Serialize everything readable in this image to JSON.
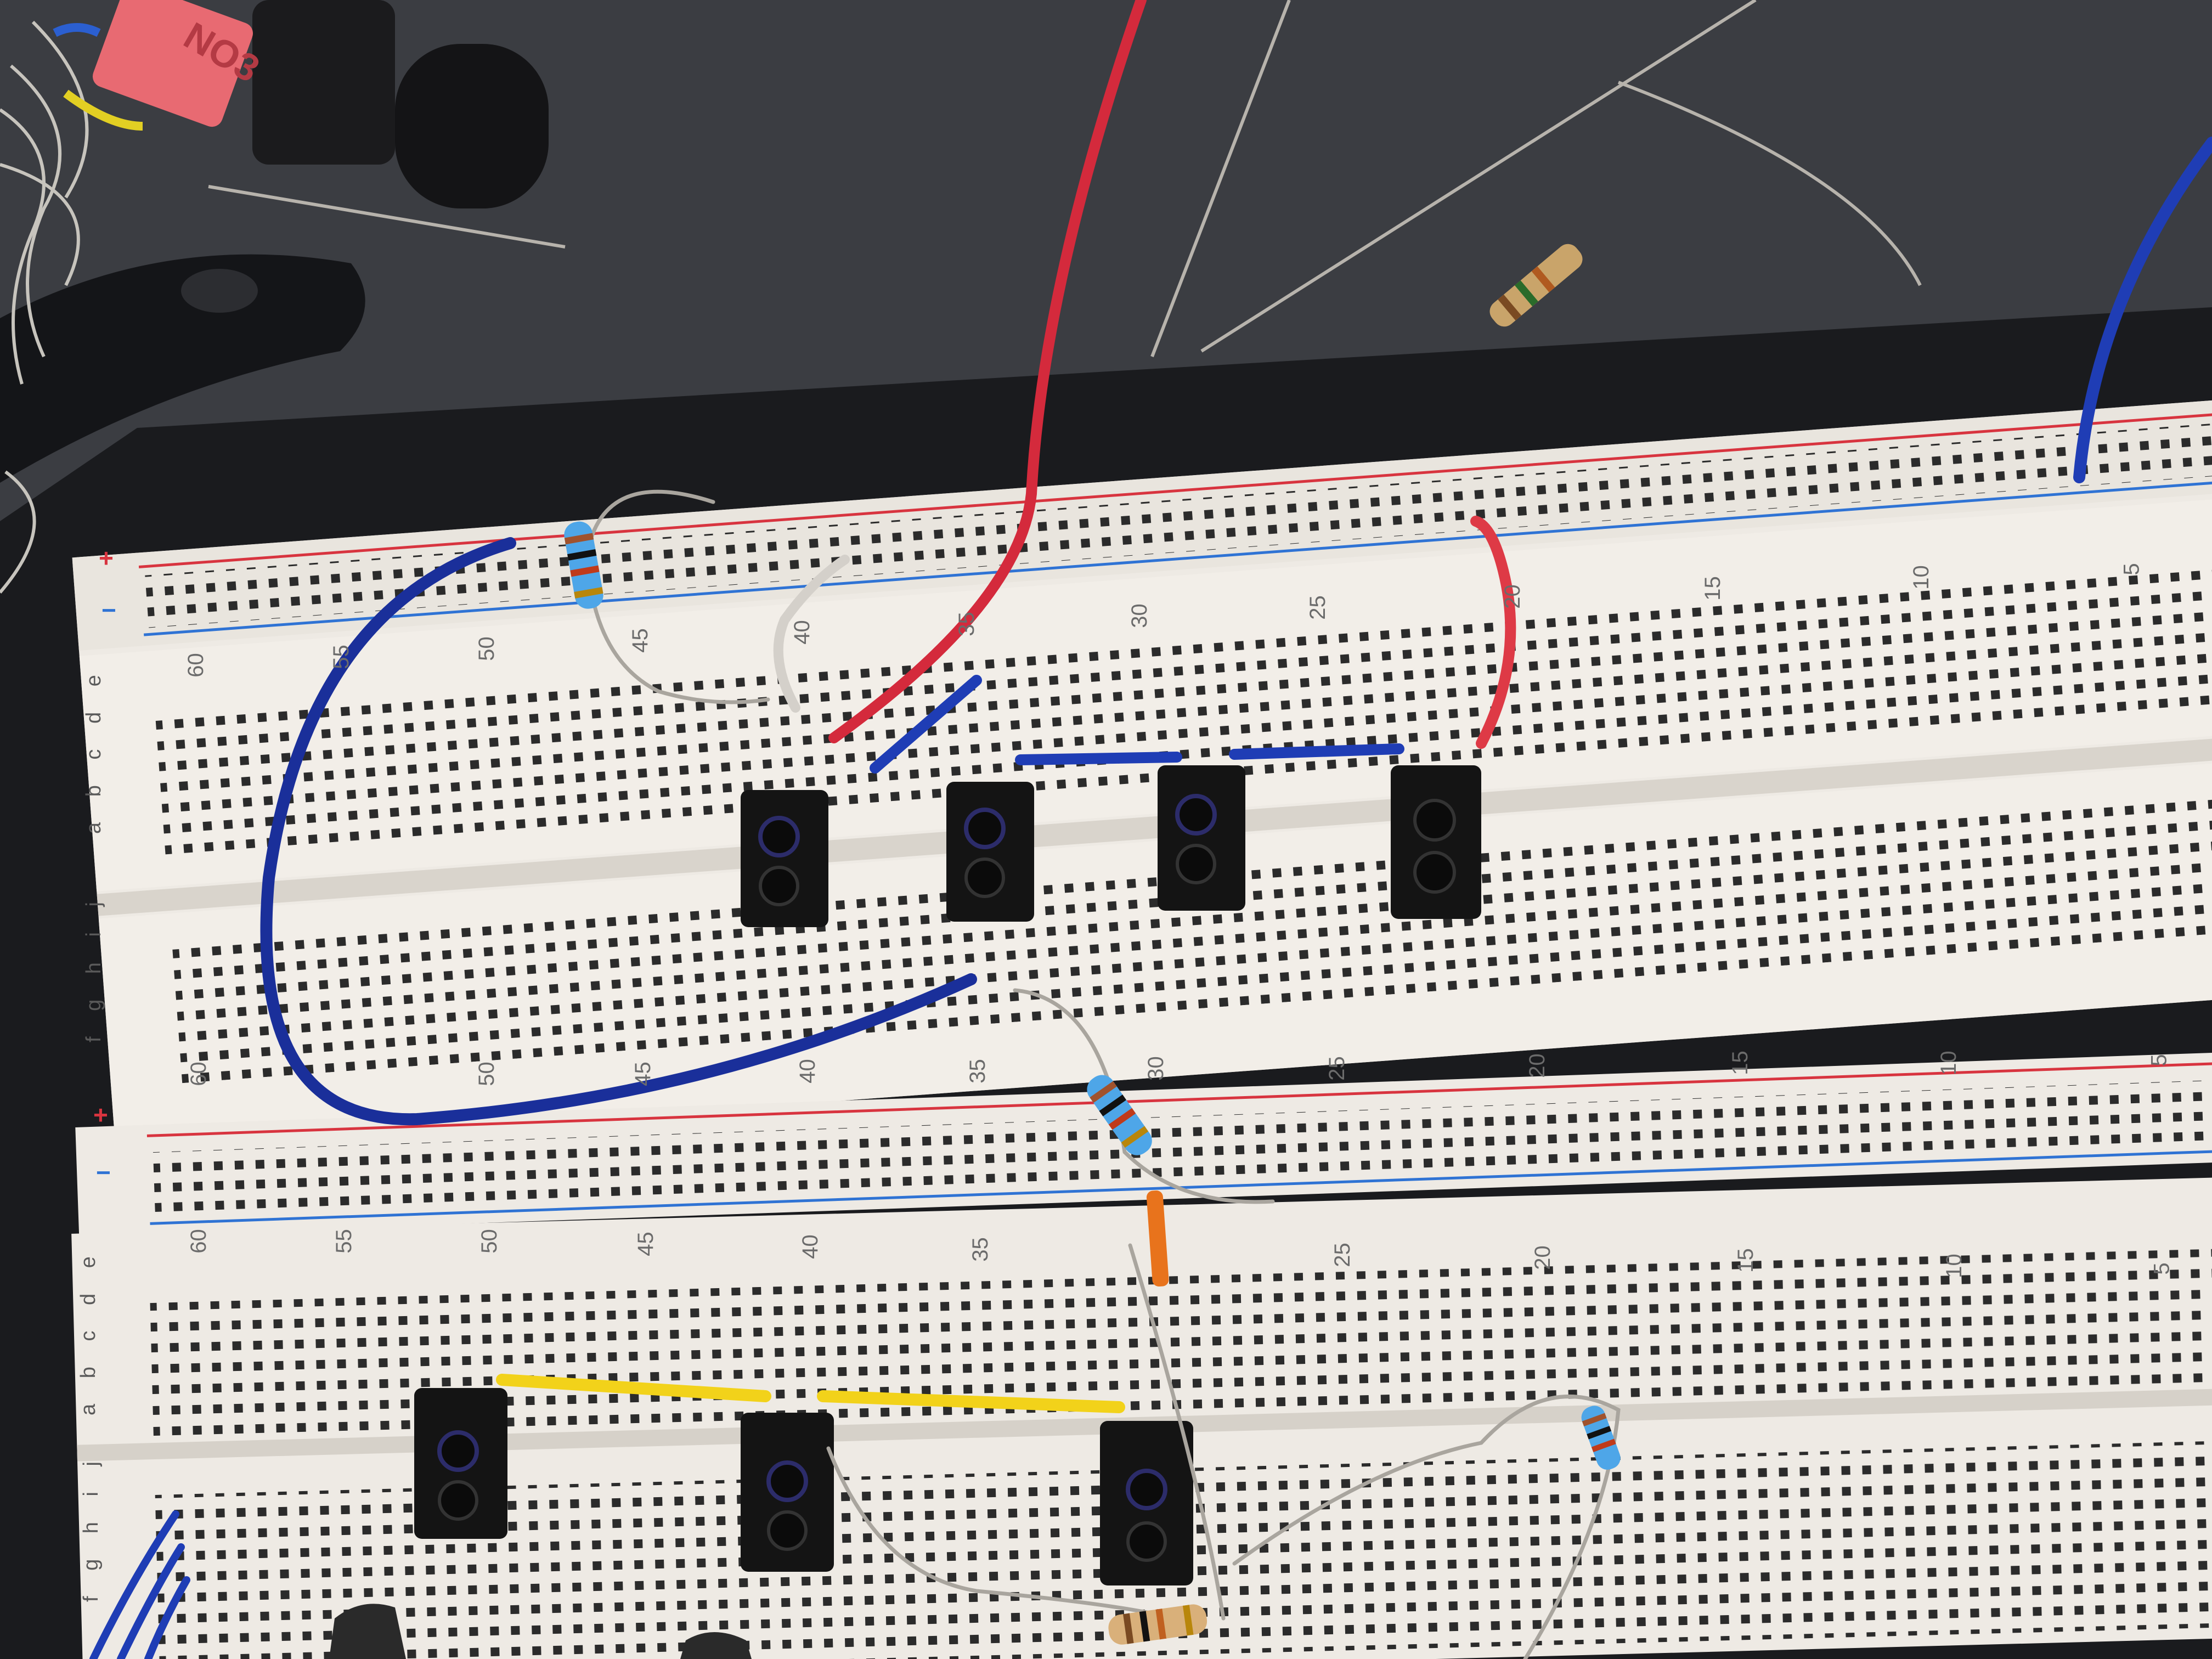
{
  "colors": {
    "background": "#3b3d42",
    "board": "#eeeae4",
    "rail_red": "#d8343f",
    "rail_blue": "#2f73d4",
    "wire_blue": "#1f3db5",
    "wire_red": "#d42a3c",
    "wire_yellow": "#f2d21a",
    "sensor": "#141414"
  },
  "breadboard_top": {
    "column_numbers": [
      "60",
      "55",
      "50",
      "45",
      "40",
      "35",
      "30",
      "25",
      "20",
      "15",
      "10",
      "5"
    ],
    "row_letters_upper": "a b c d e",
    "row_letters_lower": "f g h i j",
    "rail_plus": "+",
    "rail_minus": "−"
  },
  "breadboard_bottom": {
    "column_numbers": [
      "60",
      "55",
      "50",
      "45",
      "40",
      "35",
      "25",
      "20",
      "15",
      "10",
      "5"
    ],
    "row_letters_upper": "a b c d e",
    "row_letters_lower": "f g h i j",
    "rail_plus": "+",
    "rail_minus": "−"
  },
  "components": {
    "sensor_count_top": 4,
    "sensor_count_bottom": 3,
    "part_label": "NO3"
  }
}
